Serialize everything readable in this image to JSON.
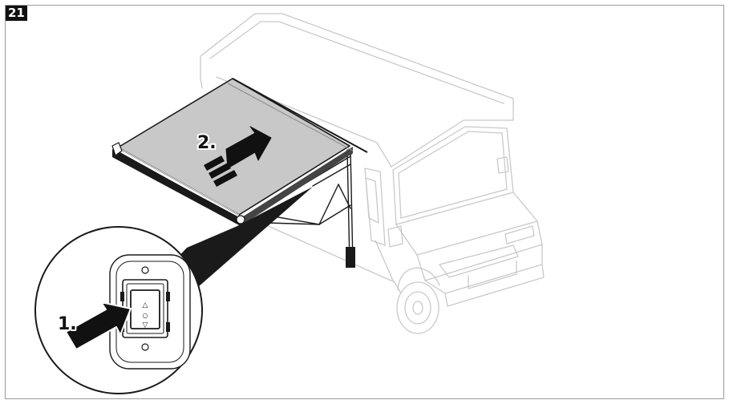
{
  "figure": {
    "number": "21"
  },
  "steps": {
    "step1": {
      "label": "1."
    },
    "step2": {
      "label": "2."
    }
  },
  "switch_symbols": {
    "up": "△",
    "stop": "○",
    "down": "▽"
  },
  "colors": {
    "awning_fabric": "#c8c8c8",
    "arrow": "#111111",
    "van_outline": "#c9c9c9",
    "frame_border": "#9a9a9a"
  }
}
